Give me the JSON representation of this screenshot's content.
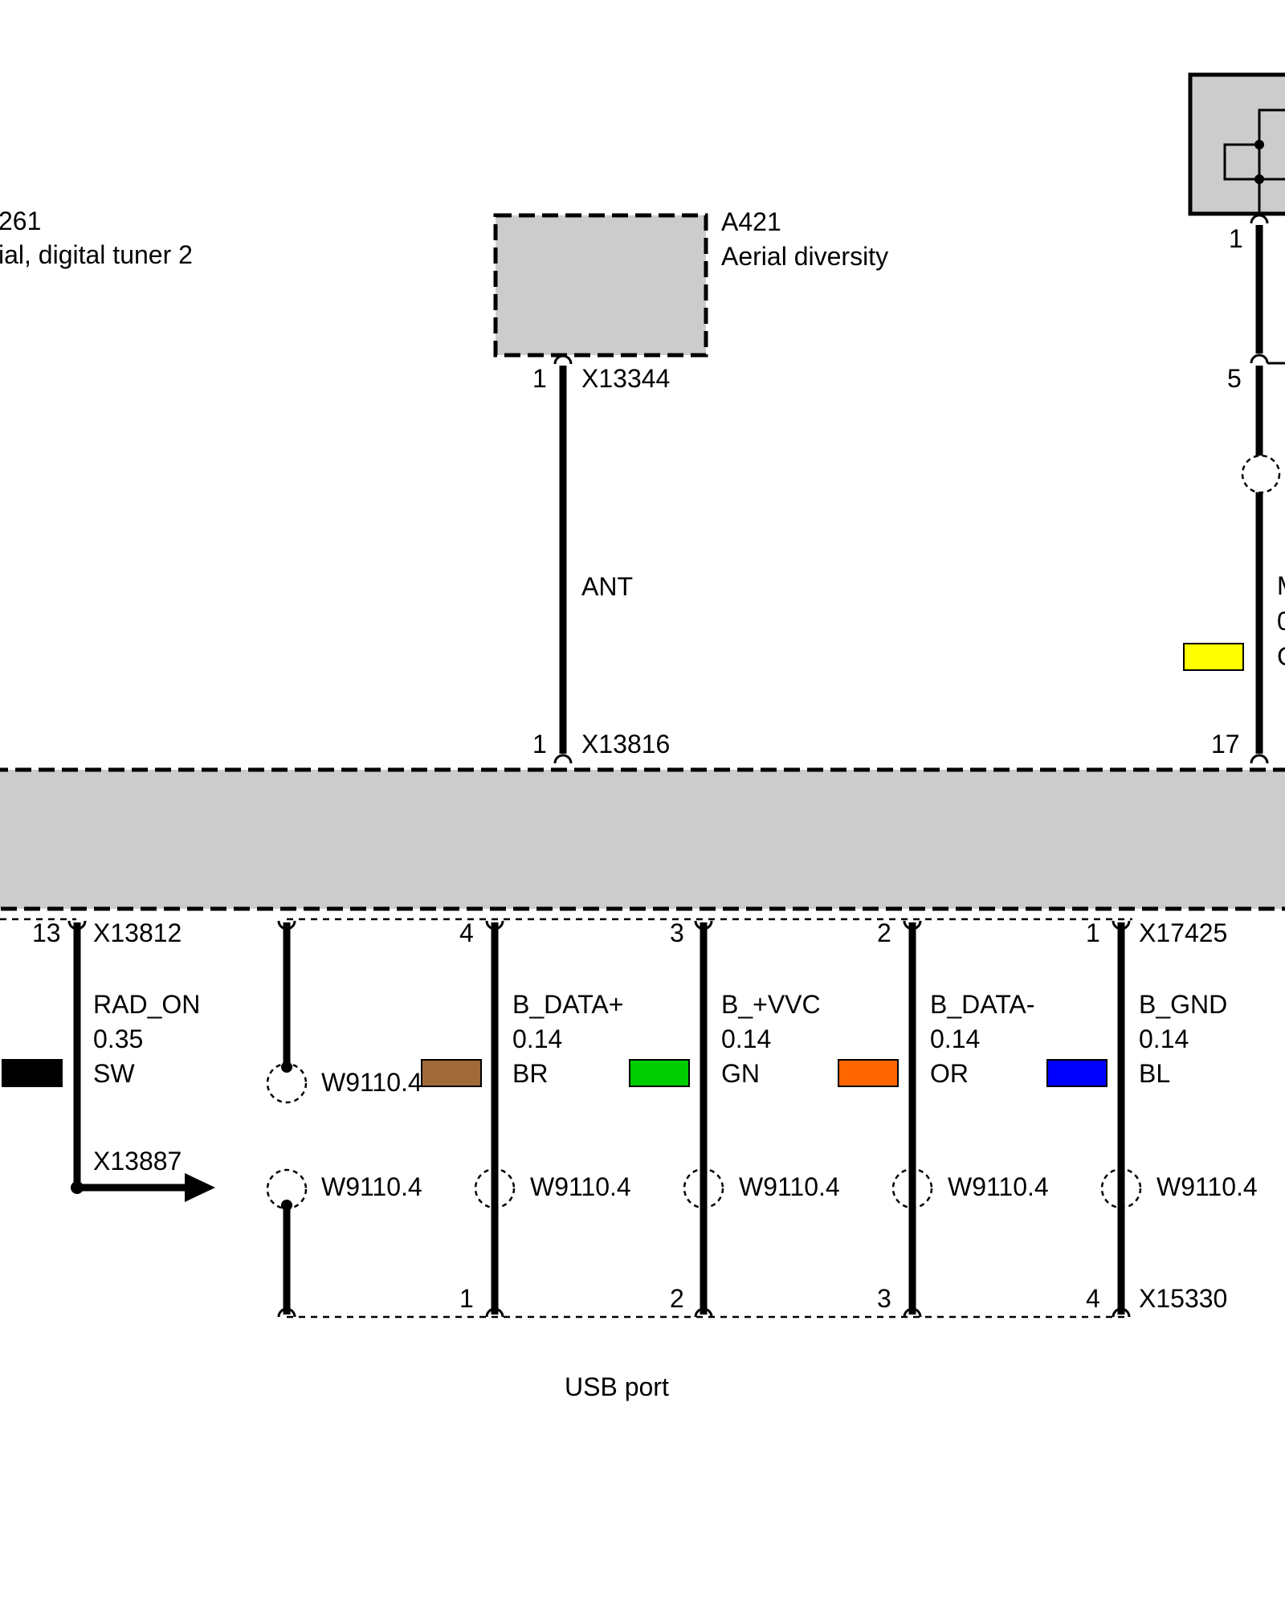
{
  "components": {
    "a261": {
      "id": "261",
      "name": "ial, digital tuner 2"
    },
    "a421": {
      "id": "A421",
      "name": "Aerial diversity"
    },
    "usb": {
      "name": "USB port"
    }
  },
  "connectors": {
    "x13344": {
      "label": "X13344",
      "pin": "1"
    },
    "x13816": {
      "label": "X13816",
      "pin": "1"
    },
    "right_top_pin": "1",
    "right_pin5": "5",
    "right_pin17": "17",
    "x13812": {
      "label": "X13812",
      "pin": "13"
    },
    "x13887": {
      "label": "X13887"
    },
    "x17425": {
      "label": "X17425",
      "pins": [
        "4",
        "3",
        "2",
        "1"
      ]
    },
    "x15330": {
      "label": "X15330",
      "pins": [
        "1",
        "2",
        "3",
        "4"
      ]
    }
  },
  "wires": {
    "ant": {
      "signal": "ANT"
    },
    "right_partial": {
      "signal": "M",
      "size": "0",
      "color": "G",
      "color_hex": "#ffff00"
    },
    "rad_on": {
      "signal": "RAD_ON",
      "size": "0.35",
      "color": "SW",
      "color_hex": "#000000"
    },
    "bdata_plus": {
      "signal": "B_DATA+",
      "size": "0.14",
      "color": "BR",
      "color_hex": "#a0693a"
    },
    "bvvc": {
      "signal": "B_+VVC",
      "size": "0.14",
      "color": "GN",
      "color_hex": "#00cc00"
    },
    "bdata_minus": {
      "signal": "B_DATA-",
      "size": "0.14",
      "color": "OR",
      "color_hex": "#ff6600"
    },
    "bgnd": {
      "signal": "B_GND",
      "size": "0.14",
      "color": "BL",
      "color_hex": "#0000ff"
    }
  },
  "shield": {
    "label_top": "W9110.4",
    "labels": [
      "W9110.4",
      "W9110.4",
      "W9110.4",
      "W9110.4",
      "W9110.4"
    ]
  },
  "colors": {
    "module_fill": "#cccccc",
    "wire": "#000000"
  }
}
